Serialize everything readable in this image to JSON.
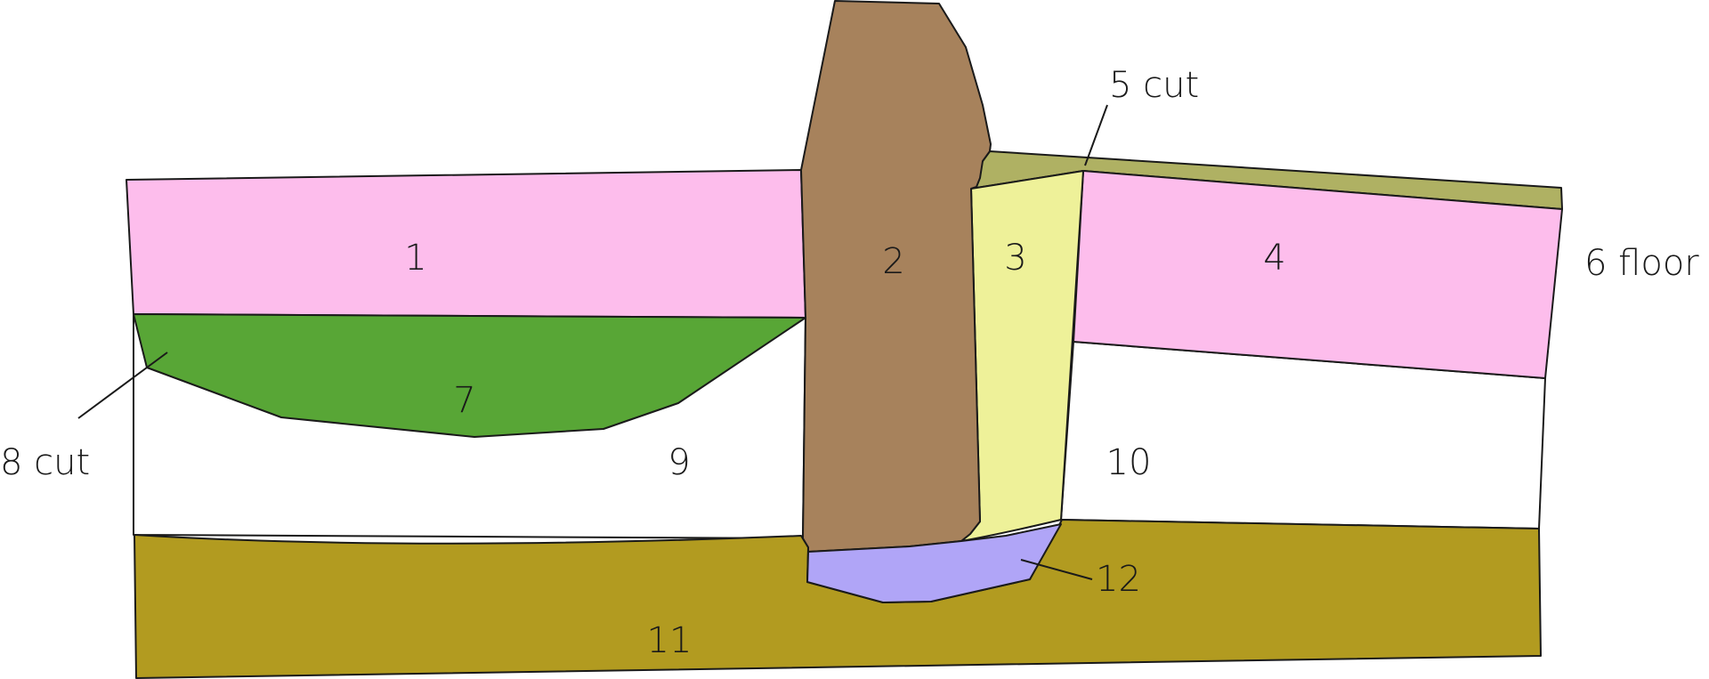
{
  "colors": {
    "pink": "#FDBDEC",
    "brown": "#A7825C",
    "yellow": "#EEF199",
    "olive_light": "#AFB163",
    "green": "#58A636",
    "white": "#FFFFFF",
    "ochre": "#B29B20",
    "lavender": "#B0A5F7",
    "stroke": "#1a1a1a"
  },
  "units": [
    {
      "id": "1",
      "label": "1"
    },
    {
      "id": "2",
      "label": "2"
    },
    {
      "id": "3",
      "label": "3"
    },
    {
      "id": "4",
      "label": "4"
    },
    {
      "id": "7",
      "label": "7"
    },
    {
      "id": "9",
      "label": "9"
    },
    {
      "id": "10",
      "label": "10"
    },
    {
      "id": "11",
      "label": "11"
    }
  ],
  "callouts": [
    {
      "id": "5",
      "label": "5 cut"
    },
    {
      "id": "6",
      "label": "6 floor"
    },
    {
      "id": "8",
      "label": "8 cut"
    },
    {
      "id": "12",
      "label": "12"
    }
  ]
}
